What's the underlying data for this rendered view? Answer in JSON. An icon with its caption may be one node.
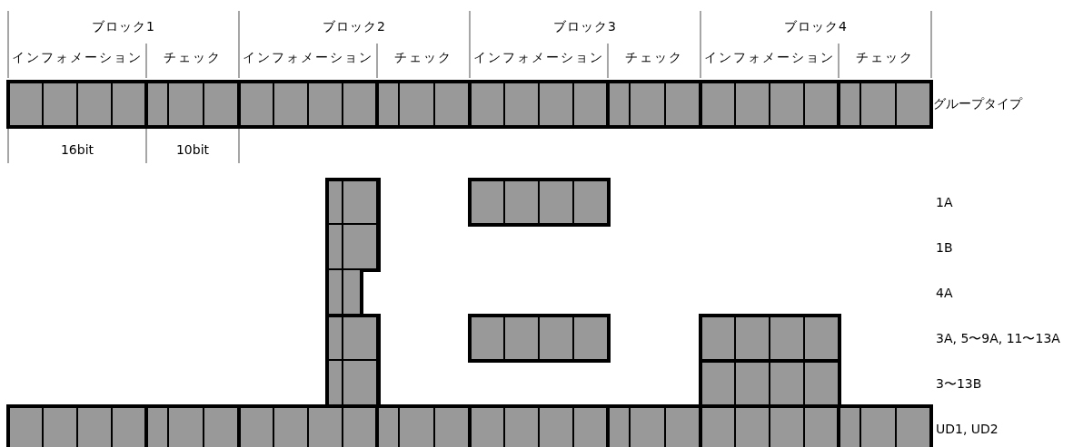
{
  "diagram": {
    "labels": [
      "ブロック1",
      "インフォメーション",
      "チェック",
      "ブロック2",
      "インフォメーション",
      "チェック",
      "ブロック3",
      "インフォメーション",
      "チェック",
      "ブロック4",
      "インフォメーション",
      "チェック",
      "グループタイプ",
      "16bit",
      "10bit",
      "1A",
      "1B",
      "4A",
      "3A, 5〜9A, 11〜13A",
      "3〜13B",
      "UD1, UD2"
    ]
  }
}
